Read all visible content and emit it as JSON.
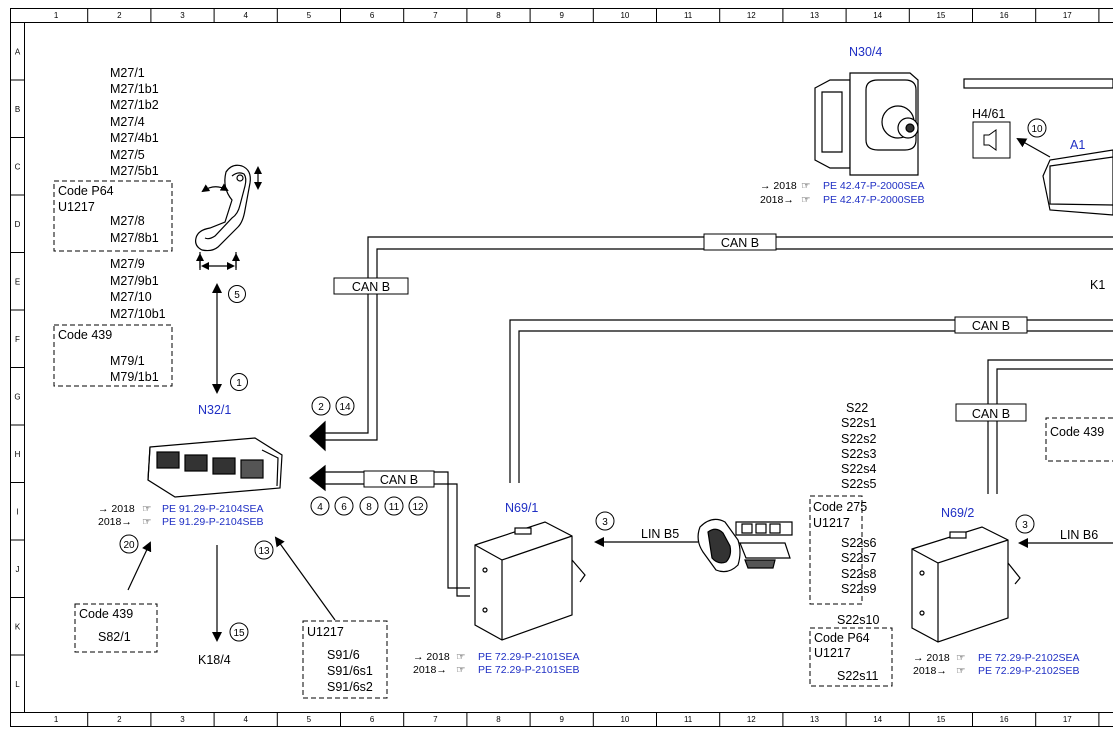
{
  "grid": {
    "columns": [
      "1",
      "2",
      "3",
      "4",
      "5",
      "6",
      "7",
      "8",
      "9",
      "10",
      "11",
      "12",
      "13",
      "14",
      "15",
      "16",
      "17"
    ],
    "rows": [
      "A",
      "B",
      "C",
      "D",
      "E",
      "F",
      "G",
      "H",
      "I",
      "J",
      "K",
      "L"
    ]
  },
  "components": {
    "n32_1": "N32/1",
    "n30_4": "N30/4",
    "n69_1": "N69/1",
    "n69_2": "N69/2",
    "a1": "A1",
    "h4_61": "H4/61",
    "k18_4": "K18/4",
    "k_partial": "K1"
  },
  "seat_motor_list": [
    "M27/1",
    "M27/1b1",
    "M27/1b2",
    "M27/4",
    "M27/4b1",
    "M27/5",
    "M27/5b1"
  ],
  "code_p64_box": {
    "title": "Code P64",
    "subtitle": "U1217",
    "items": [
      "M27/8",
      "M27/8b1"
    ]
  },
  "seat_motor_list_2": [
    "M27/9",
    "M27/9b1",
    "M27/10",
    "M27/10b1"
  ],
  "code_439_box": {
    "title": "Code 439",
    "items": [
      "M79/1",
      "M79/1b1"
    ]
  },
  "code_439_box_2": {
    "title": "Code 439",
    "items": [
      "S82/1"
    ]
  },
  "u1217_box": {
    "title": "U1217",
    "items": [
      "S91/6",
      "S91/6s1",
      "S91/6s2"
    ]
  },
  "switch_list": [
    "S22",
    "S22s1",
    "S22s2",
    "S22s3",
    "S22s4",
    "S22s5"
  ],
  "code_275_box": {
    "title": "Code 275",
    "subtitle": "U1217",
    "items": [
      "S22s6",
      "S22s7",
      "S22s8",
      "S22s9"
    ]
  },
  "s22s10": "S22s10",
  "code_p64_box_2": {
    "title": "Code P64",
    "subtitle": "U1217",
    "items": [
      "S22s11"
    ]
  },
  "code_439_partial": "Code 439",
  "bus_labels": {
    "can_b_1": "CAN B",
    "can_b_2": "CAN B",
    "can_b_3": "CAN B",
    "can_b_4": "CAN B",
    "can_b_5": "CAN B",
    "lin_b5": "LIN B5",
    "lin_b6": "LIN B6"
  },
  "refs": {
    "n32_1": [
      {
        "prefix": "→ 2018",
        "code": "PE 91.29-P-2104SEA"
      },
      {
        "prefix": "2018→",
        "code": "PE 91.29-P-2104SEB"
      }
    ],
    "n30_4": [
      {
        "prefix": "→ 2018",
        "code": "PE 42.47-P-2000SEA"
      },
      {
        "prefix": "2018→",
        "code": "PE 42.47-P-2000SEB"
      }
    ],
    "n69_1": [
      {
        "prefix": "→ 2018",
        "code": "PE 72.29-P-2101SEA"
      },
      {
        "prefix": "2018→",
        "code": "PE 72.29-P-2101SEB"
      }
    ],
    "n69_2": [
      {
        "prefix": "→ 2018",
        "code": "PE 72.29-P-2102SEA"
      },
      {
        "prefix": "2018→",
        "code": "PE 72.29-P-2102SEB"
      }
    ]
  },
  "callouts": {
    "c1": "1",
    "c5": "5",
    "c2": "2",
    "c14": "14",
    "c4": "4",
    "c6": "6",
    "c8": "8",
    "c11": "11",
    "c12": "12",
    "c3a": "3",
    "c3b": "3",
    "c10": "10",
    "c13": "13",
    "c15": "15",
    "c20": "20"
  }
}
